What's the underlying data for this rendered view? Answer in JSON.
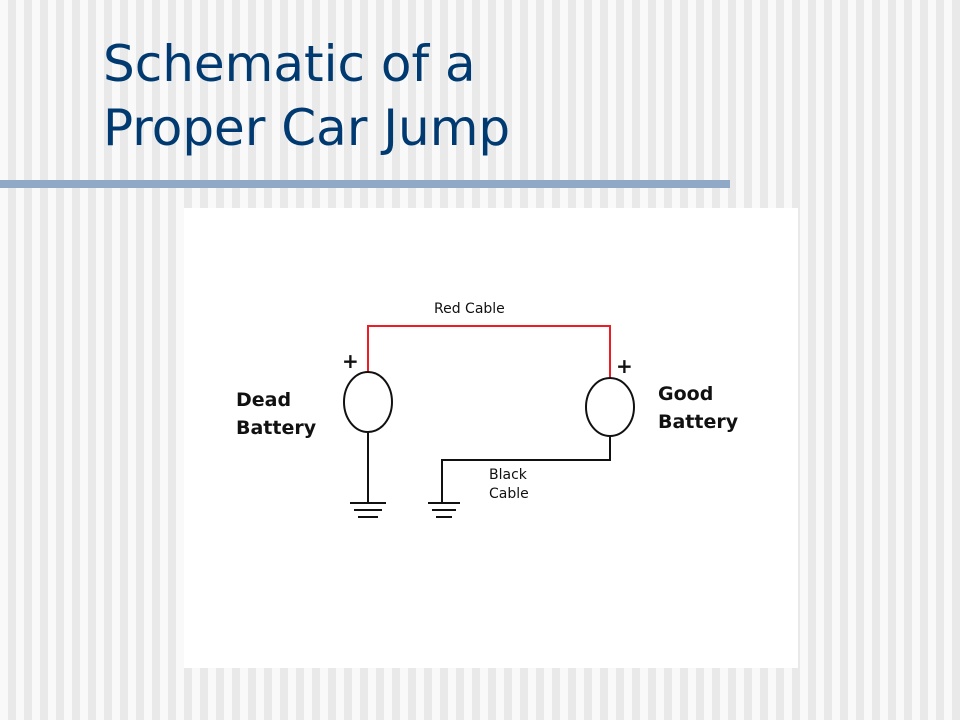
{
  "slide": {
    "title_line1": "Schematic of a",
    "title_line2": "Proper Car Jump"
  },
  "diagram": {
    "red_cable_label": "Red Cable",
    "black_cable_label_line1": "Black",
    "black_cable_label_line2": "Cable",
    "dead_battery_label_line1": "Dead",
    "dead_battery_label_line2": "Battery",
    "good_battery_label_line1": "Good",
    "good_battery_label_line2": "Battery",
    "positive_sign": "+",
    "colors": {
      "red_cable": "#ee1c24",
      "black_cable": "#111111",
      "title": "#003a70",
      "rule": "#8fa9c6"
    }
  }
}
